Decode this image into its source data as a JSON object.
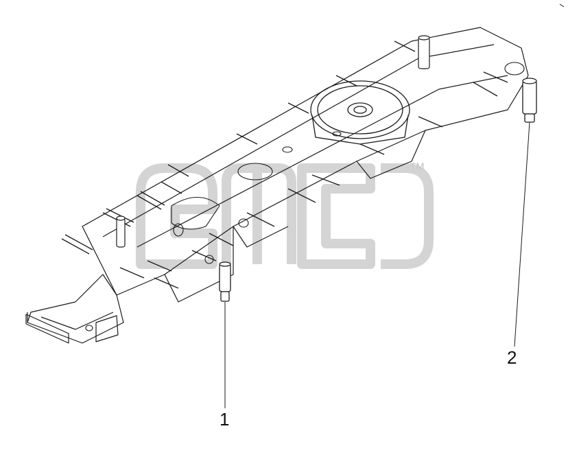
{
  "diagram": {
    "callouts": [
      {
        "id": "1",
        "label": "1"
      },
      {
        "id": "2",
        "label": "2"
      }
    ],
    "watermark_text": "™",
    "colors": {
      "line": "#1a1a1a",
      "watermark": "#cfcfcf",
      "background": "#ffffff"
    }
  }
}
